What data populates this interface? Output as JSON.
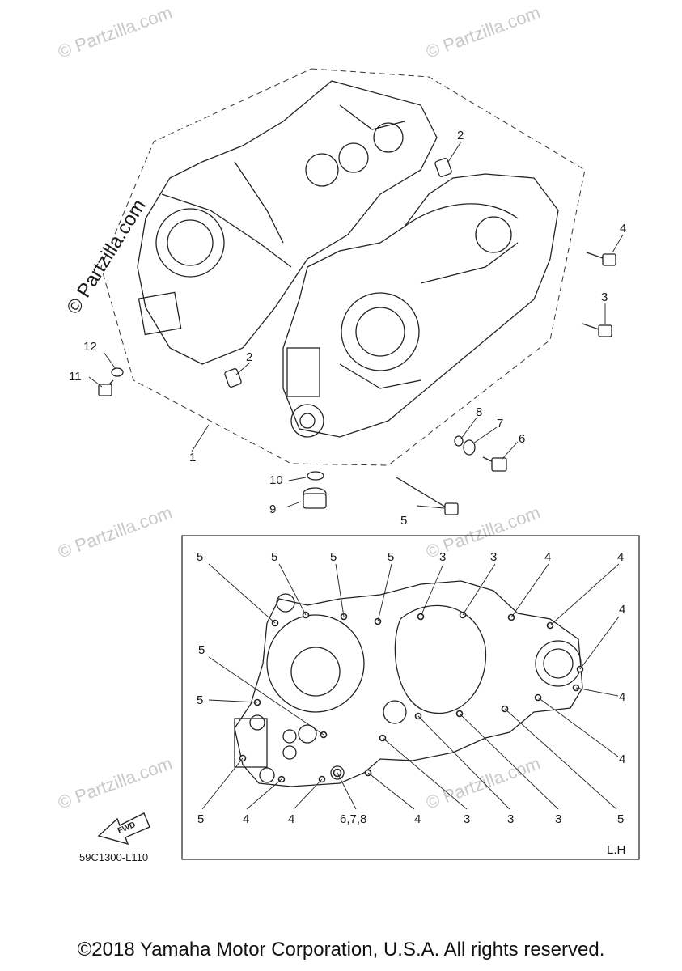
{
  "watermark": {
    "text": "© Partzilla.com"
  },
  "upper_callouts": {
    "part_1": "1",
    "part_2a": "2",
    "part_2b": "2",
    "part_3": "3",
    "part_4": "4",
    "part_5": "5",
    "part_6": "6",
    "part_7": "7",
    "part_8": "8",
    "part_9": "9",
    "part_10": "10",
    "part_11": "11",
    "part_12": "12"
  },
  "inset": {
    "top_labels": [
      "5",
      "5",
      "5",
      "5",
      "3",
      "3",
      "4",
      "4"
    ],
    "left_labels": [
      "5",
      "5"
    ],
    "right_labels": [
      "4",
      "4",
      "4"
    ],
    "bottom_labels": [
      "5",
      "4",
      "4",
      "6,7,8",
      "4",
      "3",
      "3",
      "3",
      "5"
    ],
    "view_label": "L.H"
  },
  "fwd_label": "FWD",
  "diagram_code": "59C1300-L110",
  "copyright": "©2018 Yamaha Motor Corporation, U.S.A. All rights reserved."
}
